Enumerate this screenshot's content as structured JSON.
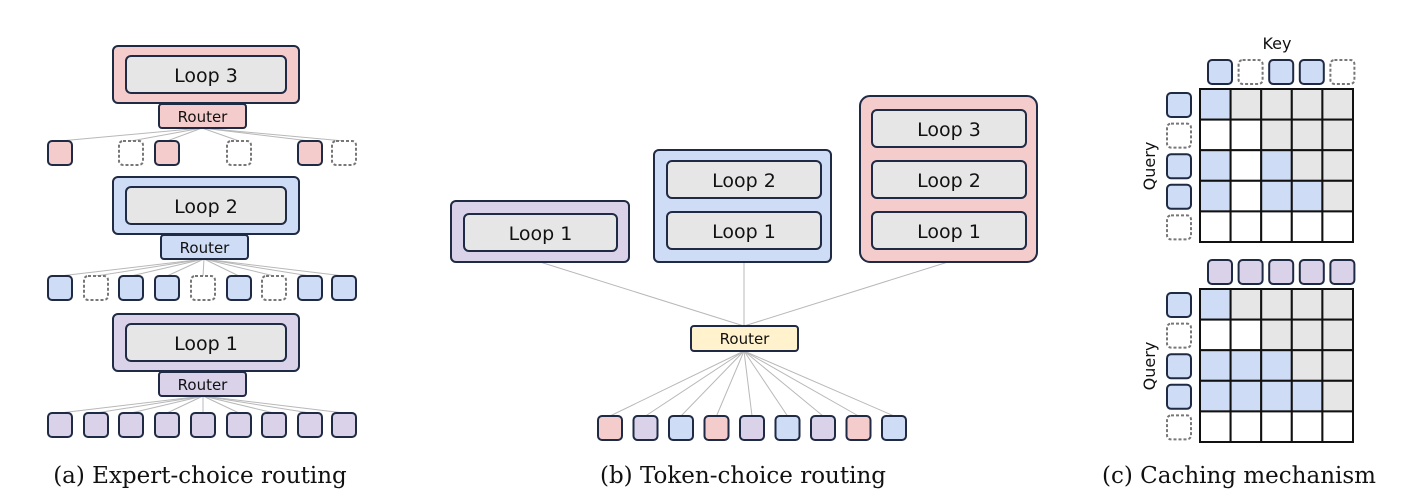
{
  "colors": {
    "pink_fill": "#f4cccc",
    "blue_fill": "#cfdcf6",
    "purple_fill": "#d9d2e9",
    "yellow_fill": "#fff2cc",
    "inner_gray": "#e6e6e6",
    "stroke_dark": "#1f2a44",
    "grid_gray": "#e6e6e6",
    "line_gray": "#b8b8b8",
    "dotted_stroke": "#777777"
  },
  "panel_a": {
    "loops": [
      {
        "label": "Loop 3",
        "color": "pink"
      },
      {
        "label": "Loop 2",
        "color": "blue"
      },
      {
        "label": "Loop 1",
        "color": "purple"
      }
    ],
    "routers": [
      {
        "label": "Router",
        "color": "pink"
      },
      {
        "label": "Router",
        "color": "blue"
      },
      {
        "label": "Router",
        "color": "purple"
      }
    ],
    "token_rows": [
      [
        "pink",
        "none",
        "empty",
        "pink",
        "none",
        "empty",
        "none",
        "pink",
        "empty"
      ],
      [
        "blue",
        "empty",
        "blue",
        "blue",
        "empty",
        "blue",
        "empty",
        "blue",
        "blue"
      ],
      [
        "purple",
        "purple",
        "purple",
        "purple",
        "purple",
        "purple",
        "purple",
        "purple",
        "purple"
      ]
    ],
    "caption": "(a) Expert-choice routing"
  },
  "panel_b": {
    "stacks": [
      {
        "color": "purple",
        "loops": [
          "Loop 1"
        ]
      },
      {
        "color": "blue",
        "loops": [
          "Loop 2",
          "Loop 1"
        ]
      },
      {
        "color": "pink",
        "loops": [
          "Loop 3",
          "Loop 2",
          "Loop 1"
        ]
      }
    ],
    "router": {
      "label": "Router",
      "color": "yellow"
    },
    "tokens": [
      "pink",
      "purple",
      "blue",
      "pink",
      "purple",
      "blue",
      "purple",
      "pink",
      "blue"
    ],
    "caption": "(b) Token-choice routing"
  },
  "panel_c": {
    "key_label": "Key",
    "query_label": "Query",
    "top": {
      "keys": [
        "blue",
        "empty",
        "blue",
        "blue",
        "empty"
      ],
      "queries": [
        "blue",
        "empty",
        "blue",
        "blue",
        "empty"
      ],
      "grid": [
        [
          "blue",
          "gray",
          "gray",
          "gray",
          "gray"
        ],
        [
          "white",
          "white",
          "gray",
          "gray",
          "gray"
        ],
        [
          "blue",
          "white",
          "blue",
          "gray",
          "gray"
        ],
        [
          "blue",
          "white",
          "blue",
          "blue",
          "gray"
        ],
        [
          "white",
          "white",
          "white",
          "white",
          "white"
        ]
      ]
    },
    "bottom": {
      "keys": [
        "purple",
        "purple",
        "purple",
        "purple",
        "purple"
      ],
      "queries": [
        "blue",
        "empty",
        "blue",
        "blue",
        "empty"
      ],
      "grid": [
        [
          "blue",
          "gray",
          "gray",
          "gray",
          "gray"
        ],
        [
          "white",
          "white",
          "gray",
          "gray",
          "gray"
        ],
        [
          "blue",
          "blue",
          "blue",
          "gray",
          "gray"
        ],
        [
          "blue",
          "blue",
          "blue",
          "blue",
          "gray"
        ],
        [
          "white",
          "white",
          "white",
          "white",
          "white"
        ]
      ]
    },
    "caption": "(c) Caching mechanism"
  }
}
